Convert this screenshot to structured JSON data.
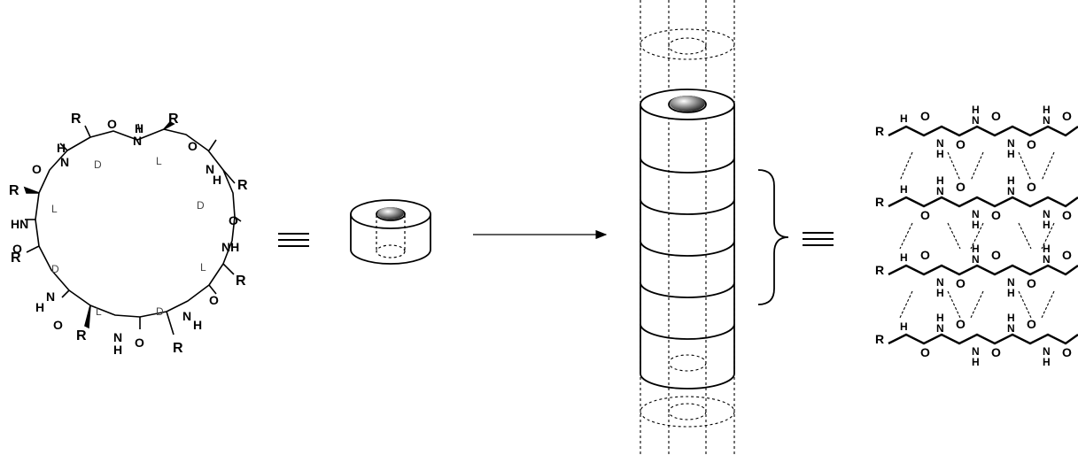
{
  "macrocycle": {
    "substituent": "R",
    "amide_n": "N",
    "amide_h": "H",
    "amide_nh": "NH",
    "amide_hn": "HN",
    "carbonyl_o": "O",
    "chirality_d": "D",
    "chirality_l": "L"
  },
  "equivalence_symbol": "≡",
  "sheet": {
    "substituent": "R",
    "n": "N",
    "h": "H",
    "o": "O"
  },
  "colors": {
    "ink": "#000000",
    "background": "#ffffff",
    "ball_highlight": "#ffffff",
    "ball_shadow": "#222222"
  },
  "icons": {
    "equivalence": "triple-bar-icon",
    "ring": "ring-cylinder-icon",
    "arrow": "right-arrow-icon",
    "stack": "nanotube-stack-icon",
    "brace": "right-curly-brace-icon"
  }
}
